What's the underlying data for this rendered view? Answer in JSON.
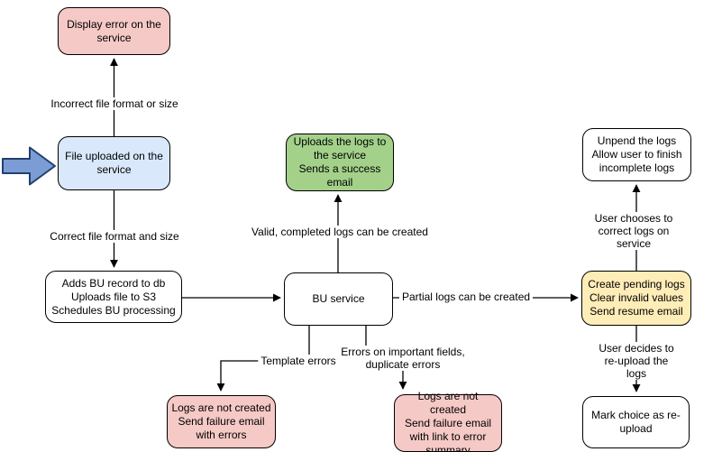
{
  "diagram": {
    "type": "flowchart",
    "nodes": {
      "display_error": {
        "text": "Display error on the\nservice",
        "fill": "#f5c9c6"
      },
      "file_uploaded": {
        "text": "File uploaded on the\nservice",
        "fill": "#dae8fc"
      },
      "adds_bu": {
        "text": "Adds BU record to db\nUploads file to S3\nSchedules BU processing",
        "fill": "#ffffff"
      },
      "bu_service": {
        "text": "BU service",
        "fill": "#ffffff"
      },
      "uploads_logs": {
        "text": "Uploads the logs to\nthe service\nSends a success\nemail",
        "fill": "#a3d18a"
      },
      "unpend": {
        "text": "Unpend the logs\nAllow user to finish\nincomplete logs",
        "fill": "#ffffff"
      },
      "create_pending": {
        "text": "Create pending logs\nClear invalid values\nSend resume email",
        "fill": "#ffedb8"
      },
      "logs_not_created_errors": {
        "text": "Logs are not created\nSend failure email\nwith errors",
        "fill": "#f5c9c6"
      },
      "logs_not_created_summary": {
        "text": "Logs are not created\nSend failure email\nwith link to error\nsummary",
        "fill": "#f5c9c6"
      },
      "mark_reupload": {
        "text": "Mark choice as re-\nupload",
        "fill": "#ffffff"
      }
    },
    "edge_labels": {
      "incorrect_file": "Incorrect file format or size",
      "correct_file": "Correct file format and size",
      "valid_logs": "Valid, completed logs can be created",
      "partial_logs": "Partial logs can be created",
      "user_chooses": "User chooses to correct logs on service",
      "user_decides": "User decides to re-upload the logs",
      "template_errors": "Template errors",
      "important_errors": "Errors on important fields,\nduplicate errors"
    },
    "colors": {
      "node_border": "#000000",
      "edge": "#000000",
      "entry_arrow_fill": "#7b9cd4",
      "entry_arrow_border": "#20406e",
      "pink": "#f5c9c6",
      "blue": "#dae8fc",
      "green": "#a3d18a",
      "yellow": "#ffedb8",
      "white": "#ffffff"
    }
  }
}
